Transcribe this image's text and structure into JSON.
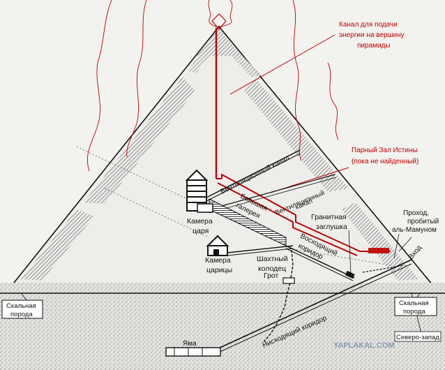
{
  "colors": {
    "accent_red": "#c00000",
    "ink": "#111111",
    "stone": "#e9e9e6",
    "hatch": "#6a6a6a"
  },
  "annotations": {
    "energy_channel": [
      "Канал для подачи",
      "энергии на вершину",
      "пирамиды"
    ],
    "twin_hall": [
      "Парный Зал Истины",
      "(пока не найденный)"
    ]
  },
  "labels": {
    "vent_channel_upper": "Вентиляционный  канал",
    "vent_channel_lower_1": "Вентиляционный",
    "vent_channel_lower_2": "канал",
    "grand_gallery_1": "Большая",
    "grand_gallery_2": "галерея",
    "kings_chamber": [
      "Камера",
      "царя"
    ],
    "queens_chamber": [
      "Камера",
      "царицы"
    ],
    "granite_plug": [
      "Гранитная",
      "заглушка"
    ],
    "ascending_corridor": [
      "Восходящий",
      "коридор"
    ],
    "shaft_well": [
      "Шахтный",
      "колодец"
    ],
    "grotto": "Грот",
    "mamun_passage": [
      "Проход,",
      "пробитый",
      "аль-Мамуном"
    ],
    "entrance": "Вход",
    "bedrock_left": [
      "Скальная",
      "порода"
    ],
    "bedrock_right": [
      "Скальная",
      "порода"
    ],
    "descending_corridor": "Нисходящий  коридор",
    "pit": "Яма",
    "northwest": "Северо-запад",
    "watermark": "YAPLAKAL.COM"
  }
}
